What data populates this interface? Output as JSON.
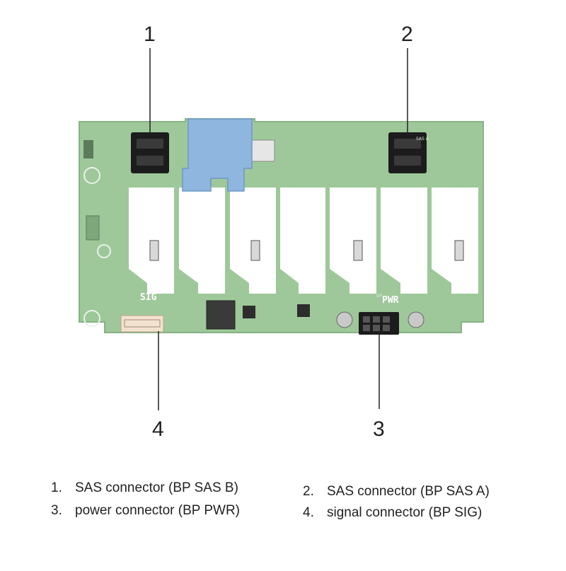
{
  "callouts": [
    {
      "num": "1"
    },
    {
      "num": "2"
    },
    {
      "num": "3"
    },
    {
      "num": "4"
    }
  ],
  "board_labels": {
    "sig": "SIG",
    "pwr": "PWR",
    "bp": "BP",
    "sas_a": "SAS A"
  },
  "legend": [
    {
      "num": "1.",
      "text": "SAS connector (BP SAS B)"
    },
    {
      "num": "2.",
      "text": "SAS connector (BP SAS A)"
    },
    {
      "num": "3.",
      "text": "power connector (BP PWR)"
    },
    {
      "num": "4.",
      "text": "signal connector (BP SIG)"
    }
  ],
  "colors": {
    "board": "#9ec89a",
    "board_edge": "#86b283",
    "connector": "#1c1c1c",
    "tab": "#8fb6de",
    "slot": "#ffffff"
  }
}
